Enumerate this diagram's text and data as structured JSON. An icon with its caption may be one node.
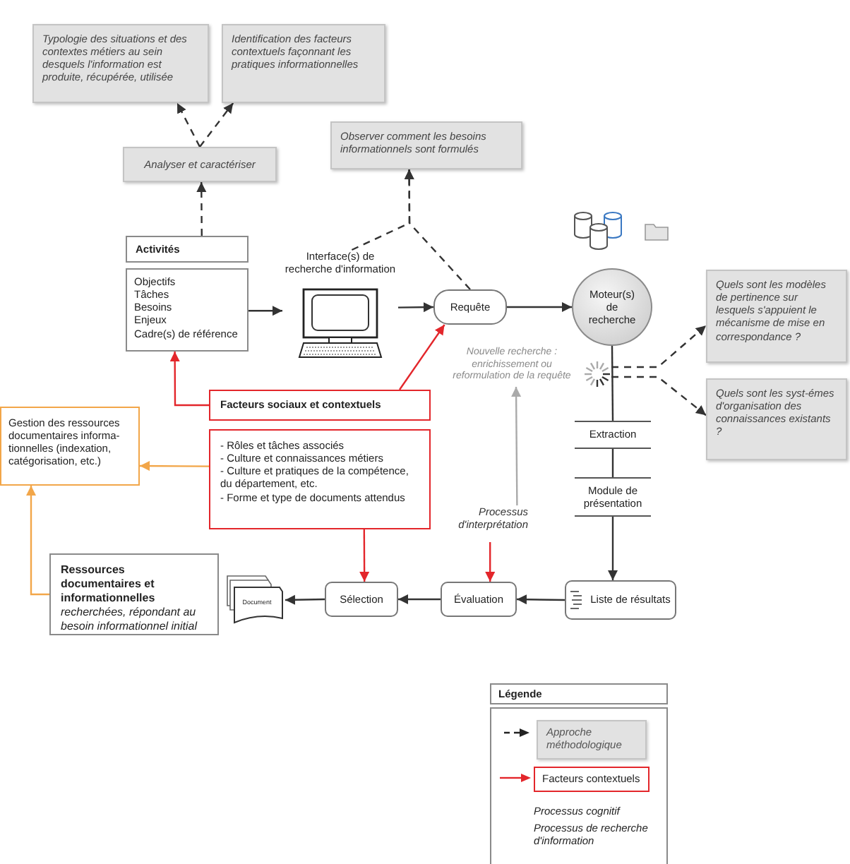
{
  "diagram": {
    "nodes": [
      {
        "text": [
          "Typologie des situations et des contextes métiers au sein desquels l'information est produite, récupérée, utilisée"
        ]
      },
      {
        "text": [
          "Identification des facteurs contextuels façonnant les pratiques informationnelles"
        ]
      },
      {
        "text": [
          "Analyser et caractériser"
        ]
      },
      {
        "text": [
          "Observer comment les besoins informationnels sont formulés"
        ]
      },
      {
        "text": [
          "Activités"
        ]
      },
      {
        "text": [
          "Objectifs",
          "Tâches",
          "Besoins",
          "Enjeux",
          "Cadre(s) de référence"
        ]
      },
      {
        "text": [
          "Interface(s) de recherche d'information"
        ]
      },
      {
        "text": [
          "Requête"
        ]
      },
      {
        "text": [
          "Moteur(s) de recherche"
        ]
      },
      {
        "text": [
          "Nouvelle recherche : enrichissement ou reformulation de la requête"
        ]
      },
      {
        "text": [
          "Quels sont les modèles de pertinence sur lesquels s'appuient le mécanisme de mise en correspondance ?"
        ]
      },
      {
        "text": [
          "Quels sont les syst-émes d'organisation des connaissances existants ?"
        ]
      },
      {
        "text": [
          "Facteurs sociaux et contextuels"
        ]
      },
      {
        "text": [
          "- Rôles et tâches associés",
          "- Culture et connaissances métiers",
          "- Culture et pratiques de la compétence, du département, etc.",
          "- Forme et type de documents attendus"
        ]
      },
      {
        "text": [
          "Gestion des ressources documentaires informa-tionnelles (indexation, catégorisation, etc.)"
        ]
      },
      {
        "text": [
          "Extraction"
        ]
      },
      {
        "text": [
          "Module de présentation"
        ]
      },
      {
        "text": [
          "Liste de résultats"
        ]
      },
      {
        "text": [
          "Processus d'interprétation"
        ]
      },
      {
        "text": [
          "Évaluation"
        ]
      },
      {
        "text": [
          "Sélection"
        ]
      },
      {
        "text": [
          "Document"
        ]
      },
      {
        "text": [
          "Ressources documentaires et informationnelles",
          "recherchées, répondant au besoin informationnel initial"
        ]
      },
      {
        "text": [],
        "shape": "picture"
      }
    ],
    "edges": [
      {
        "from": 2,
        "to": 0,
        "arrow": "to",
        "style": "dashed"
      },
      {
        "from": 2,
        "to": 1,
        "arrow": "to",
        "style": "dashed"
      },
      {
        "from": 4,
        "to": 2,
        "arrow": "to",
        "style": "dashed"
      },
      {
        "from": 6,
        "to": 3,
        "arrow": "to",
        "style": "dashed"
      },
      {
        "from": 7,
        "to": 3,
        "arrow": "to",
        "style": "dashed"
      },
      {
        "from": 5,
        "to": 6,
        "arrow": "to"
      },
      {
        "from": 6,
        "to": 7,
        "arrow": "to"
      },
      {
        "from": 7,
        "to": 8,
        "arrow": "to"
      },
      {
        "from": 8,
        "to": 15,
        "arrow": "none"
      },
      {
        "from": 15,
        "to": 16,
        "arrow": "none"
      },
      {
        "from": 16,
        "to": 17,
        "arrow": "to"
      },
      {
        "from": 23,
        "to": 10,
        "arrow": "to",
        "style": "dashed"
      },
      {
        "from": 23,
        "to": 11,
        "arrow": "to",
        "style": "dashed"
      },
      {
        "from": 12,
        "to": 5,
        "arrow": "to",
        "color": "#e3262b"
      },
      {
        "from": 12,
        "to": 7,
        "arrow": "to",
        "color": "#e3262b"
      },
      {
        "from": 13,
        "to": 20,
        "arrow": "to",
        "color": "#e3262b"
      },
      {
        "from": 18,
        "to": 19,
        "arrow": "to",
        "color": "#e3262b"
      },
      {
        "from": 13,
        "to": 14,
        "arrow": "to",
        "color": "#f2a649"
      },
      {
        "from": 22,
        "to": 14,
        "arrow": "to",
        "color": "#f2a649"
      },
      {
        "from": 17,
        "to": 19,
        "arrow": "to"
      },
      {
        "from": 19,
        "to": 20,
        "arrow": "to"
      },
      {
        "from": 20,
        "to": 21,
        "arrow": "to"
      },
      {
        "from": 18,
        "to": 9,
        "arrow": "to",
        "color": "#aaaaaa"
      }
    ],
    "labels": [
      "Légende"
    ],
    "legend": [
      {
        "text": "Approche méthodologique"
      },
      {
        "text": "Facteurs contextuels"
      },
      {
        "text": "Processus cognitif"
      },
      {
        "text": "Processus de recherche d'information"
      }
    ]
  }
}
